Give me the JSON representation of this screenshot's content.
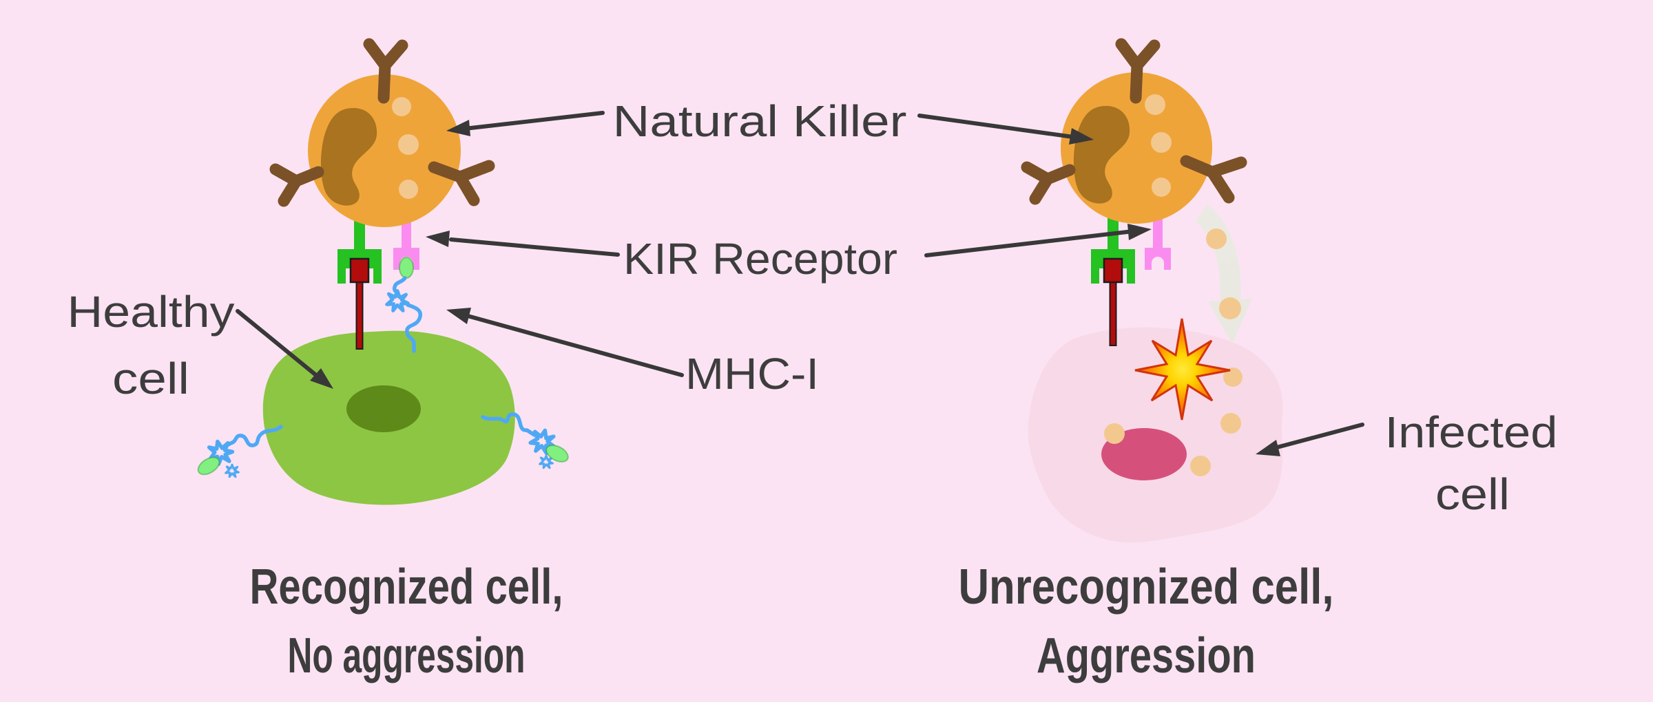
{
  "labels": {
    "natural_killer": "Natural Killer",
    "kir_receptor": "KIR Receptor",
    "mhc_i": "MHC-I",
    "healthy_line1": "Healthy",
    "healthy_line2": "cell",
    "infected_line1": "Infected",
    "infected_line2": "cell"
  },
  "captions": {
    "left_line1": "Recognized cell,",
    "left_line2": "No aggression",
    "right_line1": "Unrecognized cell,",
    "right_line2": "Aggression"
  },
  "colors": {
    "background": "#fbe3f3",
    "nk_body": "#efa43a",
    "nk_nucleus": "#a9731f",
    "nk_granule": "#f3c88f",
    "antibody": "#7b5127",
    "receptor_green": "#25c221",
    "mhc_red": "#b30c0c",
    "mhc_red_outline": "#1c1c1c",
    "kir_pink": "#fa8cf0",
    "peptide_green": "#82f080",
    "chain_blue": "#4fa8f4",
    "healthy_body": "#8dc643",
    "healthy_nucleus": "#5e8a1a",
    "infected_body": "#f8d9e7",
    "infected_nucleus": "#d5517c",
    "star_core": "#ffe93c",
    "star_mid": "#ff9100",
    "star_edge": "#f2500d",
    "star_outline": "#d2330e",
    "degranulation": "#e9eae1",
    "label_text": "#3d3d3d",
    "pointer": "#383838"
  }
}
